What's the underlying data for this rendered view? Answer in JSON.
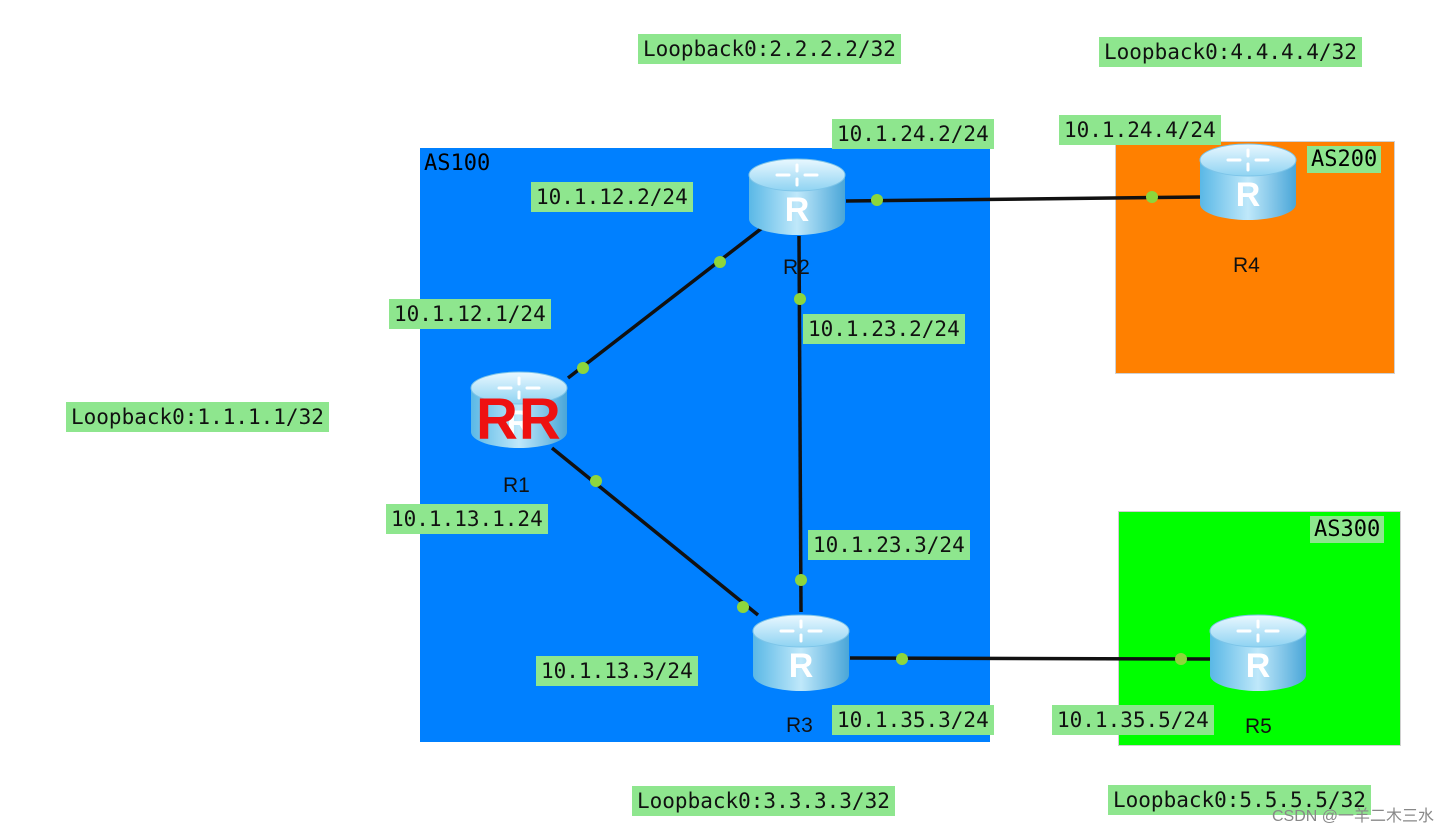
{
  "areas": {
    "as100": {
      "label": "AS100",
      "color": "#0080ff"
    },
    "as200": {
      "label": "AS200",
      "color": "#ff8000"
    },
    "as300": {
      "label": "AS300",
      "color": "#00ff00"
    }
  },
  "routers": {
    "r1": {
      "name": "R1",
      "role": "RR",
      "icon": "router-icon"
    },
    "r2": {
      "name": "R2",
      "icon": "router-icon"
    },
    "r3": {
      "name": "R3",
      "icon": "router-icon"
    },
    "r4": {
      "name": "R4",
      "icon": "router-icon"
    },
    "r5": {
      "name": "R5",
      "icon": "router-icon"
    }
  },
  "loopbacks": {
    "r1": "Loopback0:1.1.1.1/32",
    "r2": "Loopback0:2.2.2.2/32",
    "r3": "Loopback0:3.3.3.3/32",
    "r4": "Loopback0:4.4.4.4/32",
    "r5": "Loopback0:5.5.5.5/32"
  },
  "interfaces": {
    "r2_r4": "10.1.24.2/24",
    "r4_r2": "10.1.24.4/24",
    "r2_r1": "10.1.12.2/24",
    "r1_r2": "10.1.12.1/24",
    "r2_r3": "10.1.23.2/24",
    "r1_r3": "10.1.13.1.24",
    "r3_r2": "10.1.23.3/24",
    "r3_r1": "10.1.13.3/24",
    "r3_r5": "10.1.35.3/24",
    "r5_r3": "10.1.35.5/24"
  },
  "colors": {
    "tag_bg": "#8ee68e",
    "link": "#111111",
    "port_dot": "#8dd63c",
    "rr_text": "#ee1111"
  },
  "watermark": "CSDN @一羊二木三水"
}
